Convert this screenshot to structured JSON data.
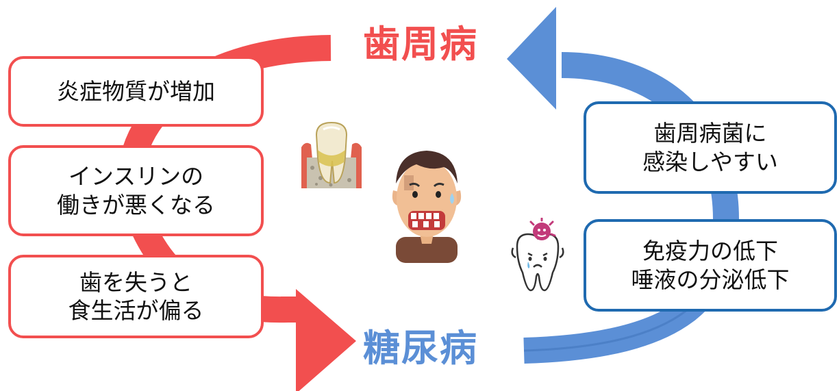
{
  "titles": {
    "top": "歯周病",
    "bottom": "糖尿病"
  },
  "left_boxes": [
    {
      "lines": [
        "炎症物質が増加"
      ]
    },
    {
      "lines": [
        "インスリンの",
        "働きが悪くなる"
      ]
    },
    {
      "lines": [
        "歯を失うと",
        "食生活が偏る"
      ]
    }
  ],
  "right_boxes": [
    {
      "lines": [
        "歯周病菌に",
        "感染しやすい"
      ]
    },
    {
      "lines": [
        "免疫力の低下",
        "唾液の分泌低下"
      ]
    }
  ],
  "colors": {
    "red": "#f24f4f",
    "blue": "#5b8fd6",
    "blue_border": "#1f6ab0"
  },
  "illustrations": {
    "gum": "gum-disease-tooth-icon",
    "face": "worried-man-bad-teeth-icon",
    "tooth": "crying-tooth-with-germ-icon"
  }
}
